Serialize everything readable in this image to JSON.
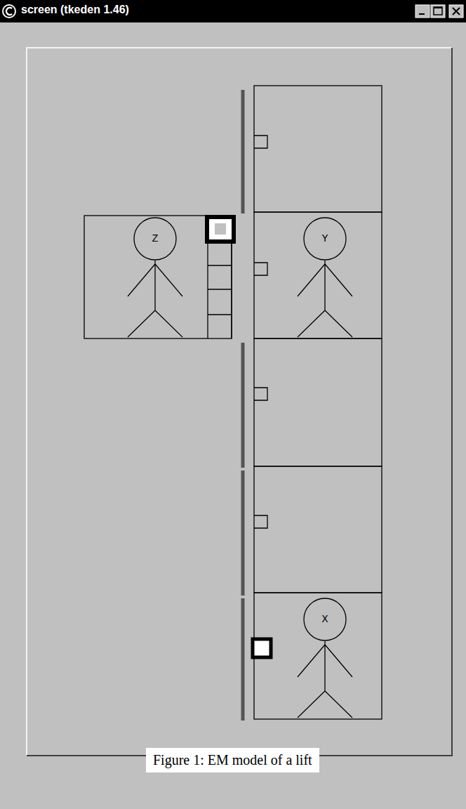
{
  "diagram": {
    "title": "screen (tkeden 1.46)",
    "caption": "Figure 1: EM model of a lift",
    "nodes": [
      {
        "text": [
          "Z"
        ]
      },
      {
        "text": [
          "Y"
        ]
      },
      {
        "text": [
          "X"
        ]
      }
    ]
  }
}
